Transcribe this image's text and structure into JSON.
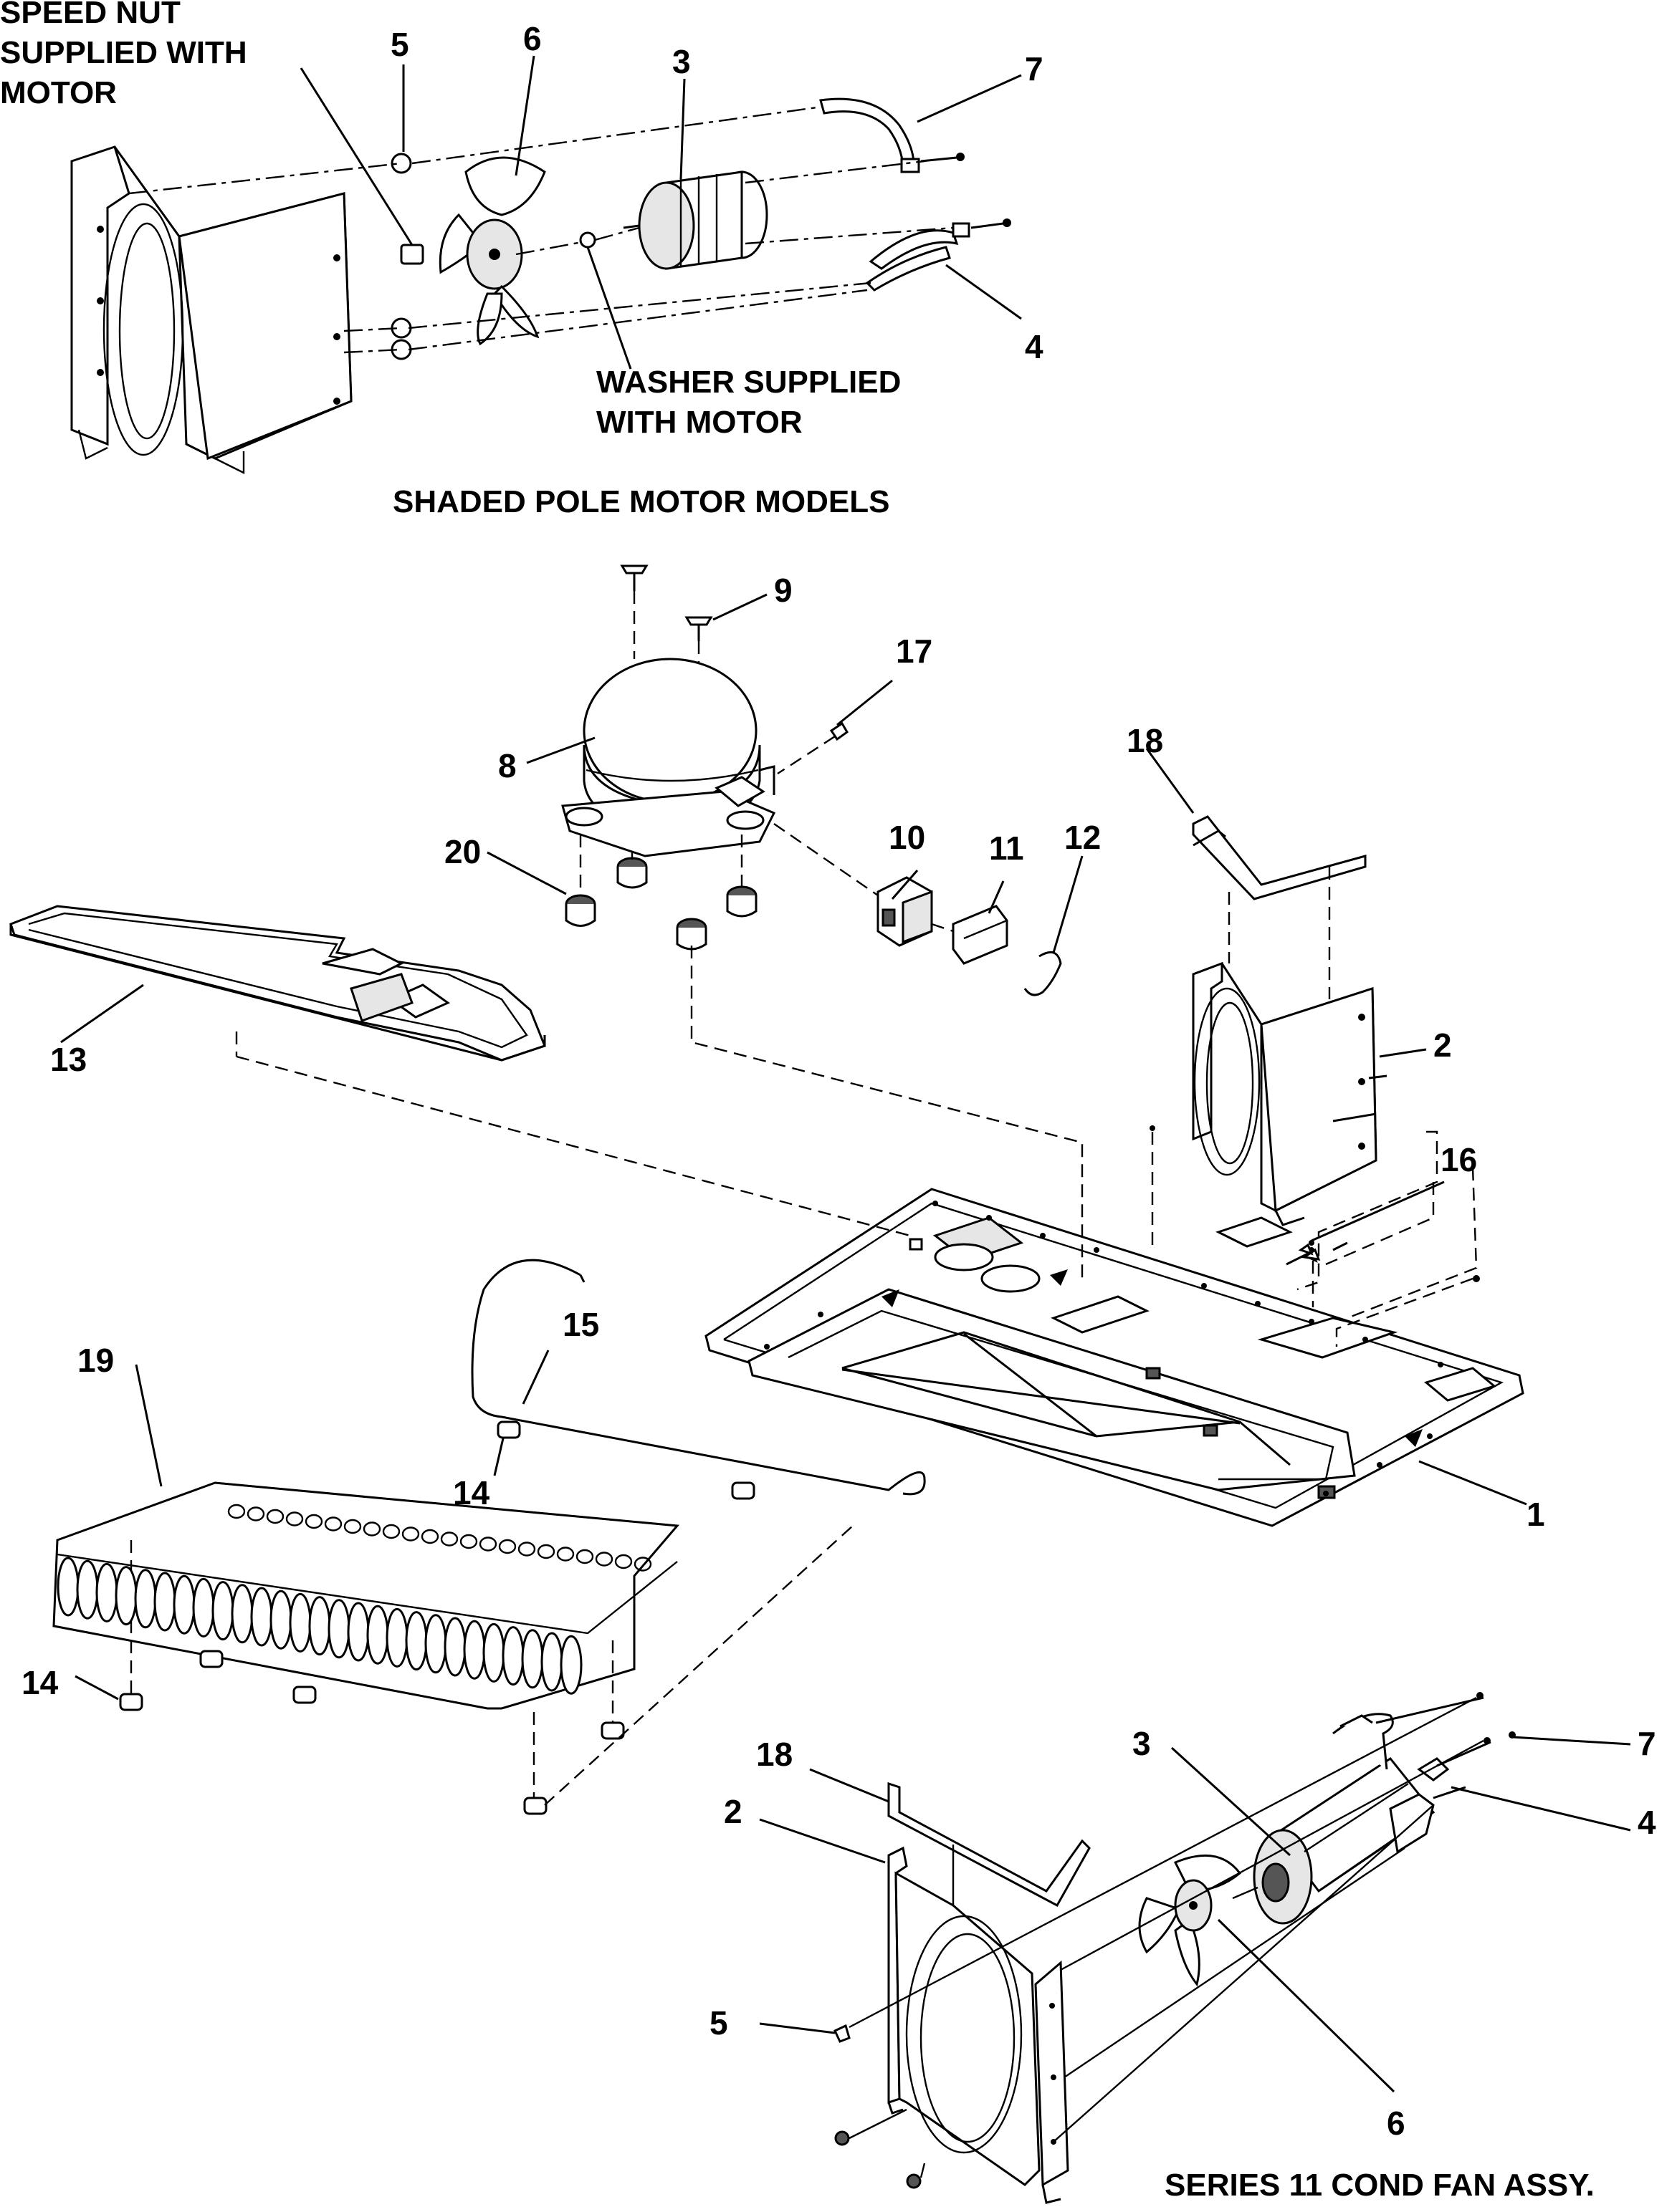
{
  "header_labels": {
    "speed_nut": [
      "SPEED NUT",
      "SUPPLIED WITH",
      "MOTOR"
    ],
    "washer": [
      "WASHER SUPPLIED",
      "WITH MOTOR"
    ],
    "shaded_pole_title": "SHADED POLE MOTOR MODELS",
    "series11_title": "SERIES 11 COND FAN ASSY."
  },
  "callouts": {
    "c1": "1",
    "c2a": "2",
    "c2b": "2",
    "c3a": "3",
    "c3b": "3",
    "c4a": "4",
    "c4b": "4",
    "c5a": "5",
    "c5b": "5",
    "c6a": "6",
    "c6b": "6",
    "c7a": "7",
    "c7b": "7",
    "c8": "8",
    "c9": "9",
    "c10": "10",
    "c11": "11",
    "c12": "12",
    "c13": "13",
    "c14a": "14",
    "c14b": "14",
    "c15": "15",
    "c16": "16",
    "c17": "17",
    "c18a": "18",
    "c18b": "18",
    "c19": "19",
    "c20": "20"
  }
}
